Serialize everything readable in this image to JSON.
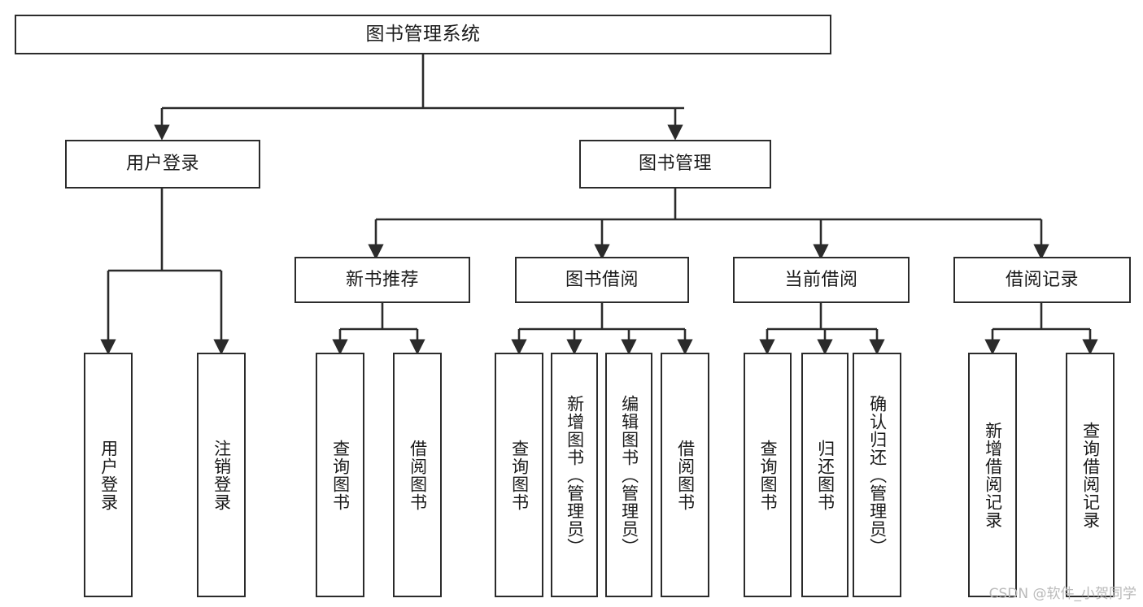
{
  "diagram": {
    "title": "图书管理系统",
    "watermark": "CSDN @软件_小贺同学",
    "line_color": "#2b2b2b",
    "text_color": "#1a1a1a",
    "background": "#ffffff",
    "nodes": {
      "root": "图书管理系统",
      "user_login": "用户登录",
      "book_manage": "图书管理",
      "new_book_rec": "新书推荐",
      "book_borrow": "图书借阅",
      "current_borrow": "当前借阅",
      "borrow_record": "借阅记录",
      "leaf_user_login": "用户登录",
      "leaf_user_logout": "注销登录",
      "leaf_query_book_1": "查询图书",
      "leaf_borrow_book_1": "借阅图书",
      "leaf_query_book_2": "查询图书",
      "leaf_add_book": "新增图书（管理员）",
      "leaf_edit_book": "编辑图书（管理员）",
      "leaf_borrow_book_2": "借阅图书",
      "leaf_query_book_3": "查询图书",
      "leaf_return_book": "归还图书",
      "leaf_confirm_return": "确认归还（管理员）",
      "leaf_add_record": "新增借阅记录",
      "leaf_query_record": "查询借阅记录"
    }
  }
}
